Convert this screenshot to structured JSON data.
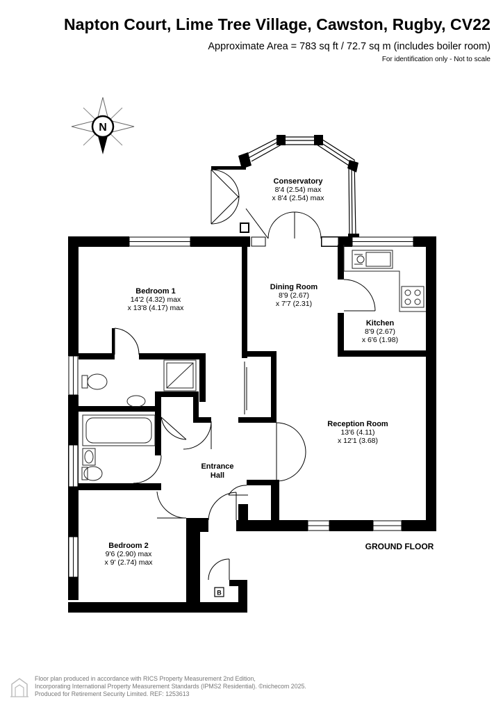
{
  "header": {
    "title": "Napton Court, Lime Tree Village, Cawston, Rugby, CV22",
    "area": "Approximate Area = 783 sq ft / 72.7 sq m (includes boiler room)",
    "scale_note": "For identification only - Not to scale"
  },
  "compass": {
    "label": "N"
  },
  "rooms": {
    "conservatory": {
      "name": "Conservatory",
      "dim1": "8'4 (2.54) max",
      "dim2": "x 8'4 (2.54) max"
    },
    "dining": {
      "name": "Dining Room",
      "dim1": "8'9 (2.67)",
      "dim2": "x 7'7 (2.31)"
    },
    "kitchen": {
      "name": "Kitchen",
      "dim1": "8'9 (2.67)",
      "dim2": "x 6'6 (1.98)"
    },
    "bedroom1": {
      "name": "Bedroom 1",
      "dim1": "14'2 (4.32) max",
      "dim2": "x 13'8 (4.17) max"
    },
    "reception": {
      "name": "Reception Room",
      "dim1": "13'6 (4.11)",
      "dim2": "x 12'1 (3.68)"
    },
    "hall": {
      "name1": "Entrance",
      "name2": "Hall"
    },
    "bedroom2": {
      "name": "Bedroom 2",
      "dim1": "9'6 (2.90) max",
      "dim2": "x 9' (2.74) max"
    },
    "boiler": {
      "label": "B"
    }
  },
  "floor_label": "GROUND FLOOR",
  "footer": {
    "line1": "Floor plan produced in accordance with RICS Property Measurement 2nd Edition,",
    "line2": "Incorporating International Property Measurement Standards (IPMS2 Residential).  ©nichecom 2025.",
    "line3": "Produced for Retirement Security Limited.   REF: 1253613"
  },
  "colors": {
    "wall": "#000000",
    "fixture_line": "#222222",
    "footer_text": "#777777"
  }
}
